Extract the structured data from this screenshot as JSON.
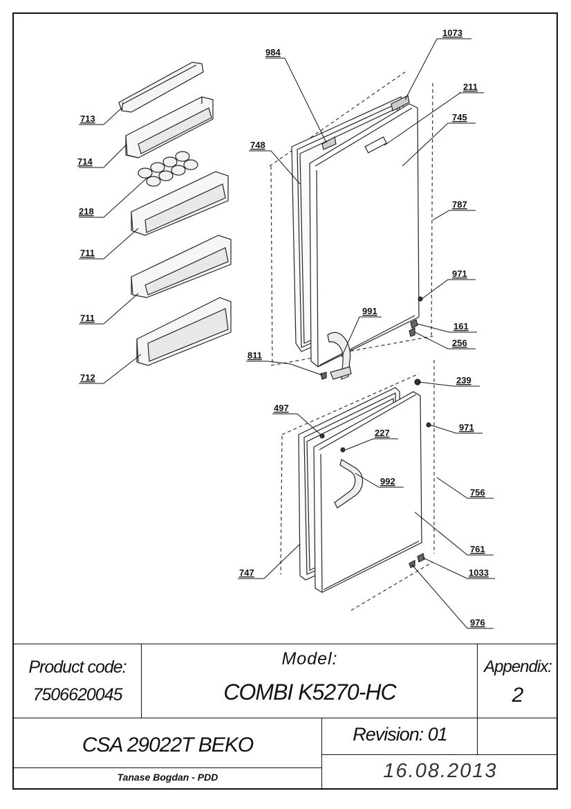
{
  "callouts": [
    {
      "id": "713",
      "label": "713"
    },
    {
      "id": "714",
      "label": "714"
    },
    {
      "id": "218",
      "label": "218"
    },
    {
      "id": "711a",
      "label": "711"
    },
    {
      "id": "711b",
      "label": "711"
    },
    {
      "id": "712",
      "label": "712"
    },
    {
      "id": "984",
      "label": "984"
    },
    {
      "id": "1073",
      "label": "1073"
    },
    {
      "id": "211",
      "label": "211"
    },
    {
      "id": "745",
      "label": "745"
    },
    {
      "id": "748",
      "label": "748"
    },
    {
      "id": "787",
      "label": "787"
    },
    {
      "id": "971a",
      "label": "971"
    },
    {
      "id": "991",
      "label": "991"
    },
    {
      "id": "161",
      "label": "161"
    },
    {
      "id": "256",
      "label": "256"
    },
    {
      "id": "811",
      "label": "811"
    },
    {
      "id": "239",
      "label": "239"
    },
    {
      "id": "497",
      "label": "497"
    },
    {
      "id": "971b",
      "label": "971"
    },
    {
      "id": "227",
      "label": "227"
    },
    {
      "id": "992",
      "label": "992"
    },
    {
      "id": "756",
      "label": "756"
    },
    {
      "id": "761",
      "label": "761"
    },
    {
      "id": "747",
      "label": "747"
    },
    {
      "id": "1033",
      "label": "1033"
    },
    {
      "id": "976",
      "label": "976"
    }
  ],
  "title_block": {
    "product_code_label": "Product code:",
    "product_code_value": "7506620045",
    "model_label": "Model:",
    "model_value": "COMBI K5270-HC",
    "appendix_label": "Appendix:",
    "appendix_value": "2",
    "csa_name": "CSA 29022T BEKO",
    "revision": "Revision: 01",
    "author": "Tanase Bogdan - PDD",
    "date": "16.08.2013"
  }
}
